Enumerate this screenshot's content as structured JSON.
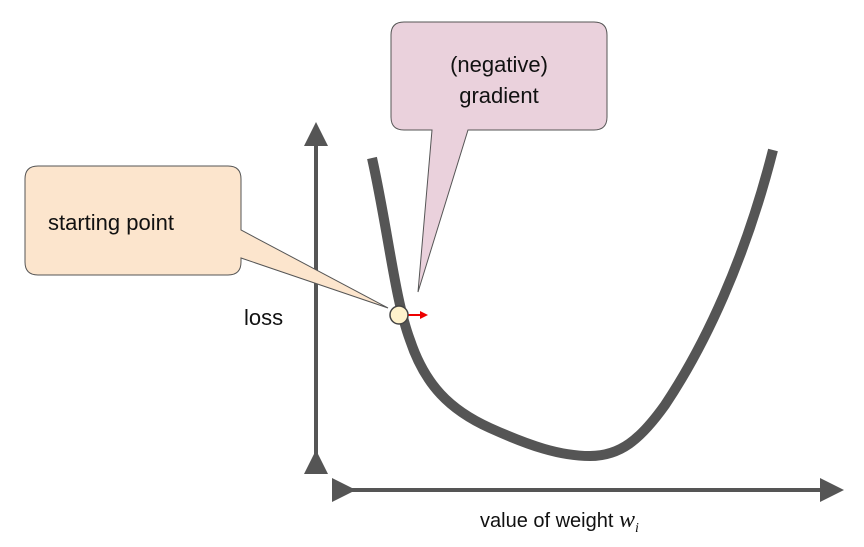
{
  "callouts": {
    "gradient": {
      "line1": "(negative)",
      "line2": "gradient",
      "fill": "#ead1dc"
    },
    "start": {
      "label": "starting point",
      "fill": "#fce5cd"
    }
  },
  "axes": {
    "y_label": "loss",
    "x_label": "value of weight ",
    "x_var": "w",
    "x_sub": "i"
  },
  "colors": {
    "curve": "#555555",
    "arrow": "#ff0000",
    "point": "#fff2cc"
  }
}
